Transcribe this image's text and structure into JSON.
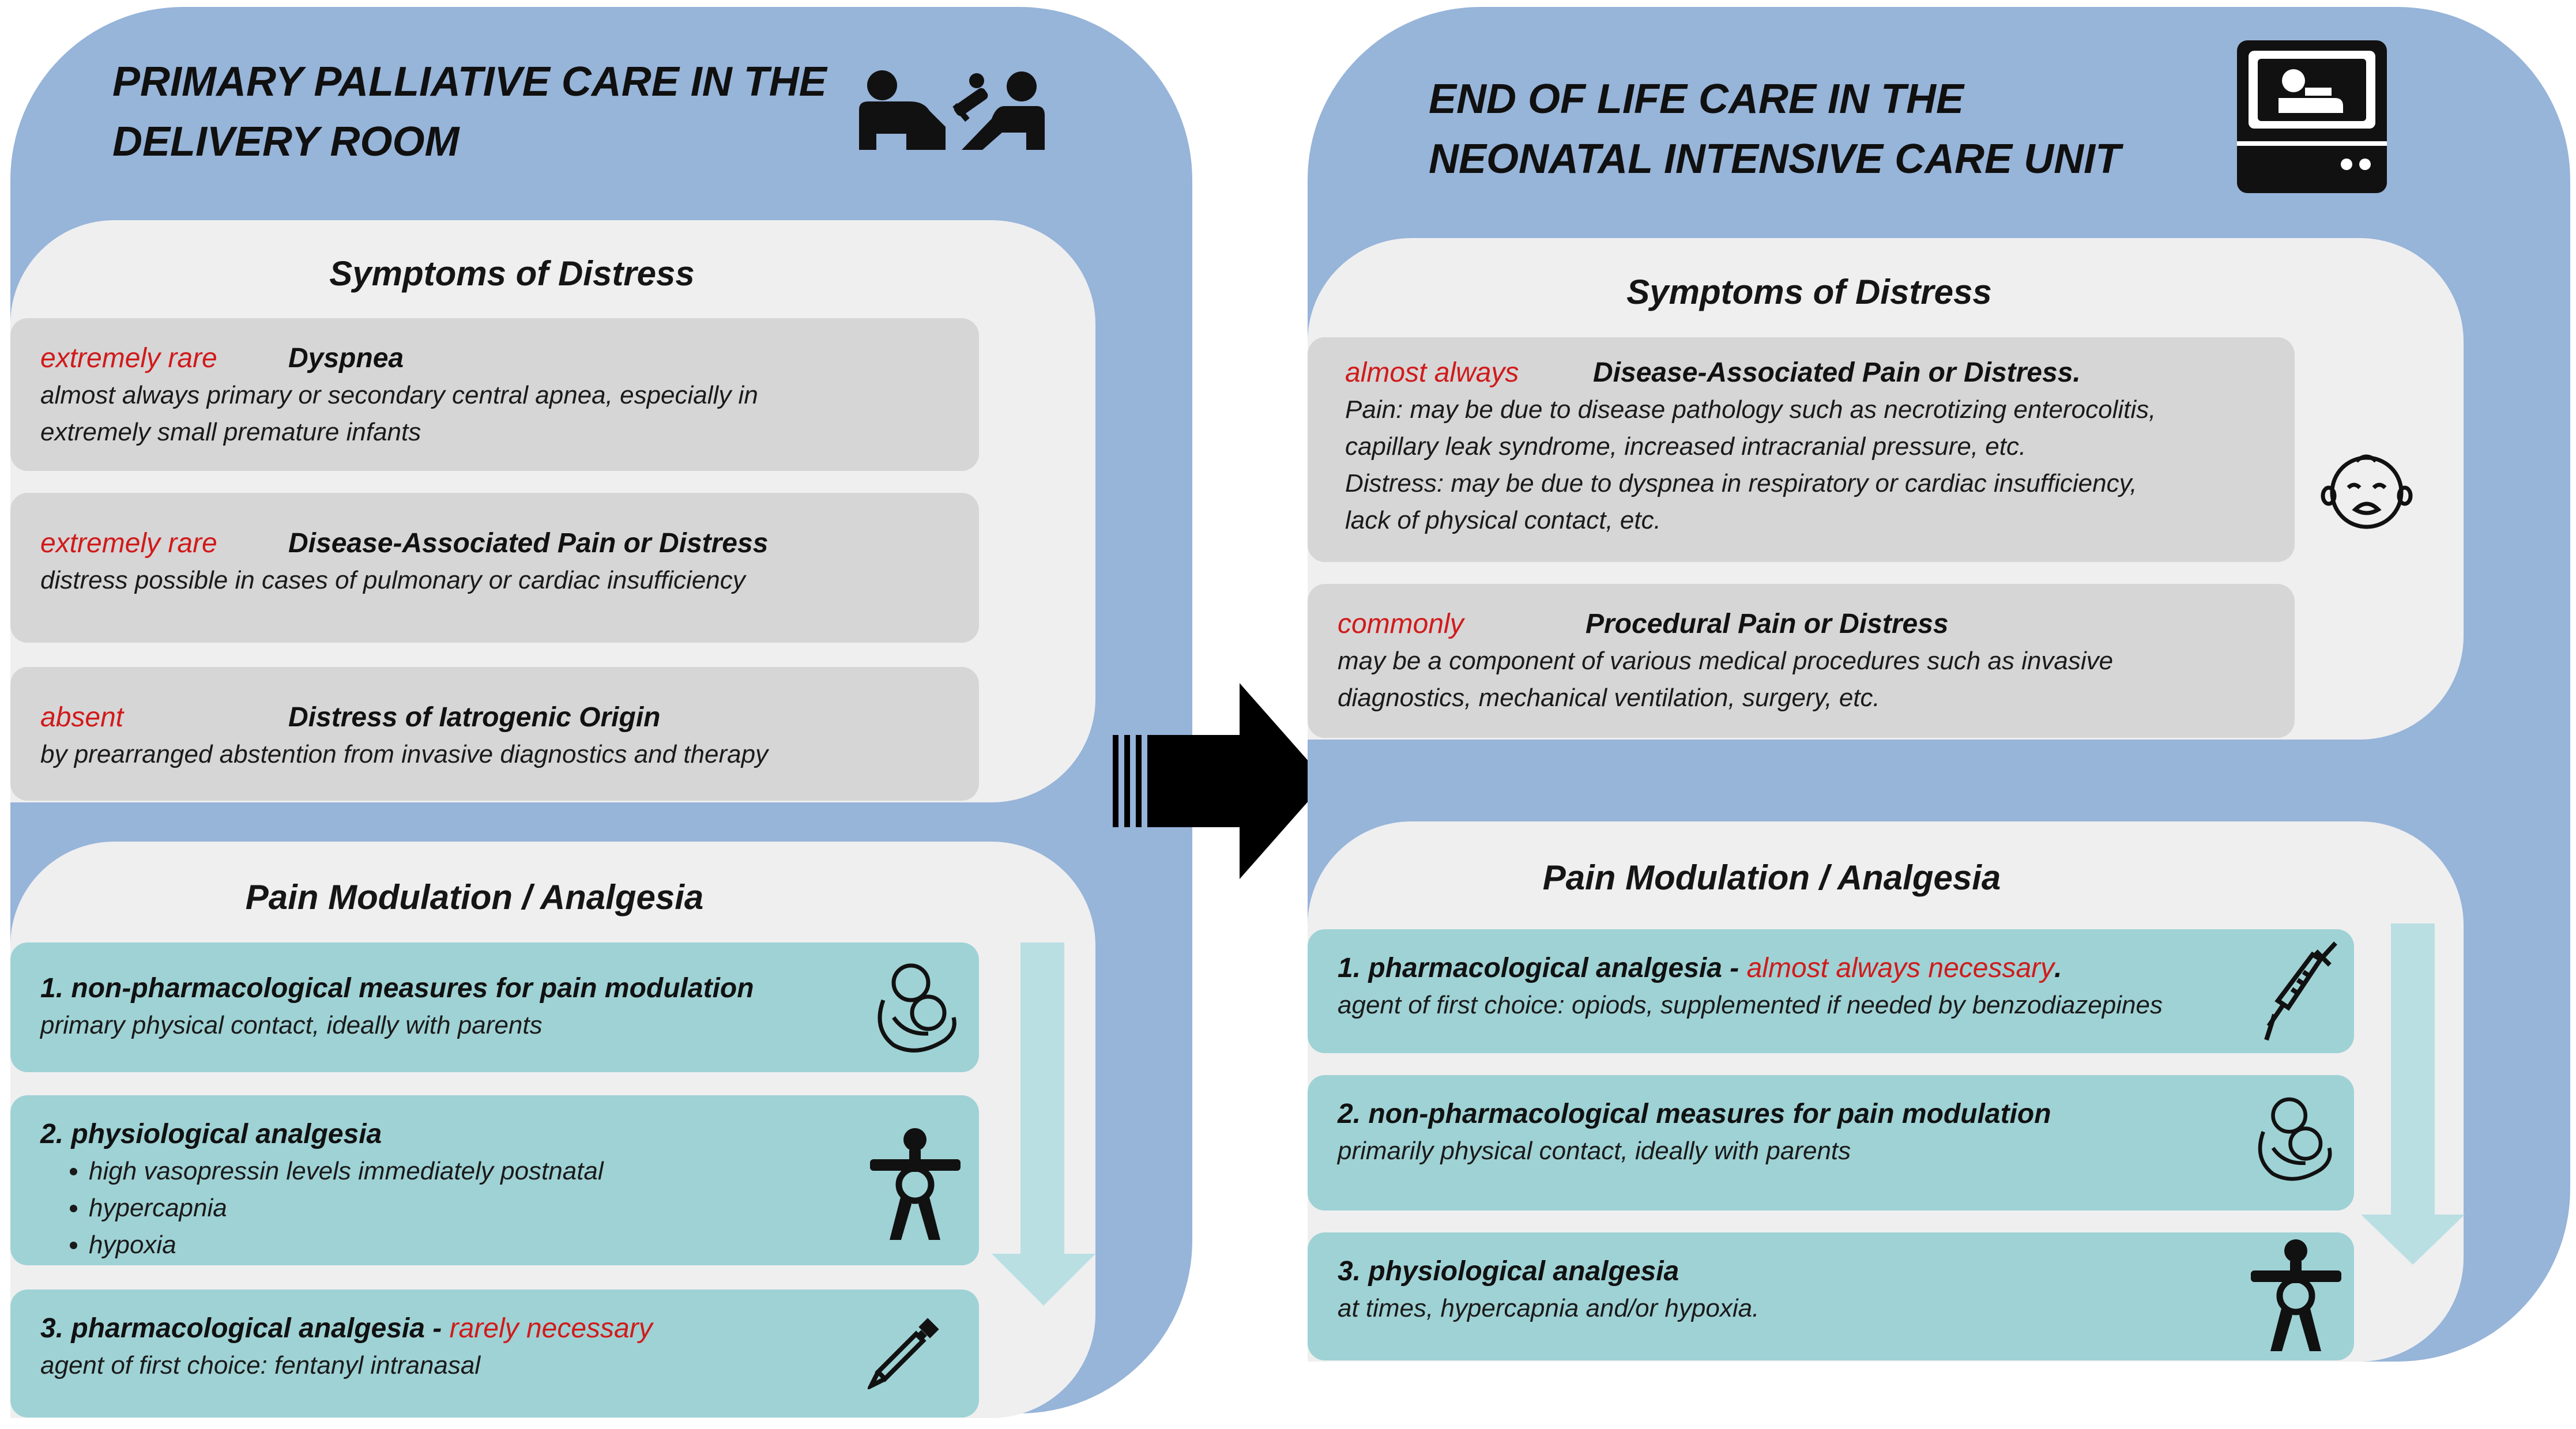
{
  "left": {
    "title_line1": "PRIMARY PALLIATIVE CARE IN THE",
    "title_line2": "DELIVERY ROOM",
    "symptoms": {
      "heading": "Symptoms of Distress",
      "items": [
        {
          "freq": "extremely rare",
          "label": "Dyspnea",
          "lines": [
            "almost always primary or secondary central apnea, especially in",
            "extremely small premature infants"
          ]
        },
        {
          "freq": "extremely rare",
          "label": "Disease-Associated  Pain or Distress",
          "lines": [
            "distress possible in cases of pulmonary  or cardiac insufficiency"
          ]
        },
        {
          "freq": "absent",
          "label": "Distress of Iatrogenic Origin",
          "lines": [
            "by prearranged  abstention from invasive diagnostics and therapy"
          ]
        }
      ]
    },
    "pain": {
      "heading": "Pain  Modulation  / Analgesia",
      "items": [
        {
          "label": "1. non-pharmacological  measures for pain modulation",
          "lines": [
            "primary physical contact, ideally with parents"
          ]
        },
        {
          "label": "2. physiological  analgesia",
          "bullets": [
            "high vasopressin levels immediately postnatal",
            "hypercapnia",
            "hypoxia"
          ]
        },
        {
          "label": "3. pharmacological  analgesia  -",
          "red": "rarely necessary",
          "lines": [
            "agent of first choice: fentanyl intranasal"
          ]
        }
      ]
    }
  },
  "right": {
    "title_line1": "END OF LIFE CARE IN THE",
    "title_line2": "NEONATAL INTENSIVE CARE UNIT",
    "symptoms": {
      "heading": "Symptoms of Distress",
      "items": [
        {
          "freq": "almost always",
          "label": "Disease-Associated  Pain or Distress.",
          "lines": [
            "Pain: may be due to disease pathology such as necrotizing enterocolitis,",
            "capillary   leak syndrome, increased intracranial  pressure, etc.",
            "Distress: may be due to dyspnea in respiratory or cardiac insufficiency,",
            "lack of physical contact,  etc."
          ]
        },
        {
          "freq": "commonly",
          "label": "Procedural Pain or Distress",
          "lines": [
            "may be a component of various medical procedures such as invasive",
            "diagnostics, mechanical ventilation, surgery, etc."
          ]
        }
      ]
    },
    "pain": {
      "heading": "Pain  Modulation  / Analgesia",
      "items": [
        {
          "label": "1. pharmacological  analgesia  -",
          "red": "almost always necessary",
          "tail": ".",
          "lines": [
            "agent of first choice: opiods, supplemented if needed by benzodiazepines"
          ]
        },
        {
          "label": "2. non-pharmacological  measures  for pain modulation",
          "lines": [
            "primarily physical contact,  ideally with parents"
          ]
        },
        {
          "label": "3. physiological  analgesia",
          "lines": [
            "at times, hypercapnia and/or hypoxia."
          ]
        }
      ]
    }
  },
  "icons": {
    "left_header": "parent-with-infant-icon",
    "right_header": "incubator-icon",
    "crying_baby": "crying-baby-face-icon",
    "mother_child": "mother-child-hug-icon",
    "body": "human-figure-icon",
    "pipette": "pipette-icon",
    "syringe": "syringe-icon",
    "down_arrow": "down-arrow-icon",
    "transition_arrow": "right-arrow-icon"
  },
  "colors": {
    "panel": "#97b4d9",
    "white_box": "#efeff0",
    "gray_card": "#d6d6d7",
    "teal_card": "#9fd2d5",
    "red": "#d11a1a",
    "down_arrow": "#b9dfe3"
  }
}
